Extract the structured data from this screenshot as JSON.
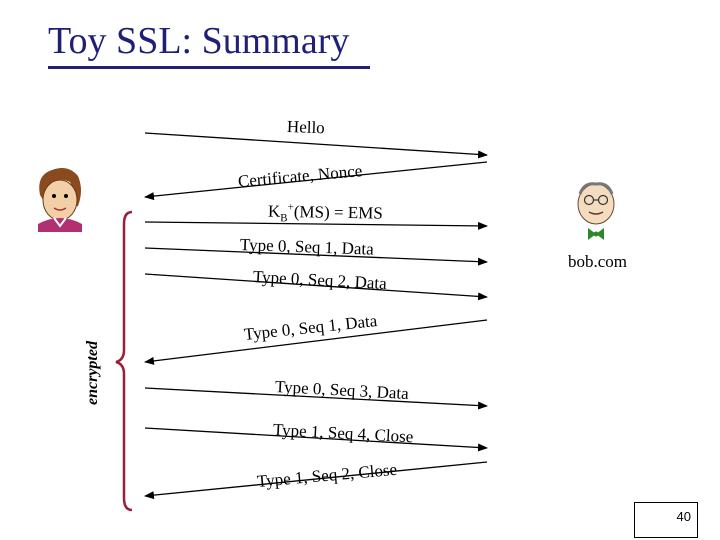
{
  "title": "Toy SSL: Summary",
  "messages": [
    {
      "label": "Hello",
      "direction": "client-to-server"
    },
    {
      "label": "Certificate, Nonce",
      "direction": "server-to-client"
    },
    {
      "label_prefix": "K",
      "label_sub": "B",
      "label_sup": "+",
      "label_suffix": "(MS) = EMS",
      "direction": "client-to-server"
    },
    {
      "label": "Type 0, Seq 1, Data",
      "direction": "client-to-server"
    },
    {
      "label": "Type 0, Seq 2, Data",
      "direction": "client-to-server"
    },
    {
      "label": "Type 0, Seq 1, Data",
      "direction": "server-to-client"
    },
    {
      "label": "Type 0, Seq 3, Data",
      "direction": "client-to-server"
    },
    {
      "label": "Type 1, Seq 4, Close",
      "direction": "client-to-server"
    },
    {
      "label": "Type 1, Seq 2, Close",
      "direction": "server-to-client"
    }
  ],
  "encrypted_label": "encrypted",
  "server_name": "bob.com",
  "page_number": "40",
  "colors": {
    "title": "#1f1f7a",
    "bracket": "#9b1e3a",
    "arrows": "#000000"
  }
}
